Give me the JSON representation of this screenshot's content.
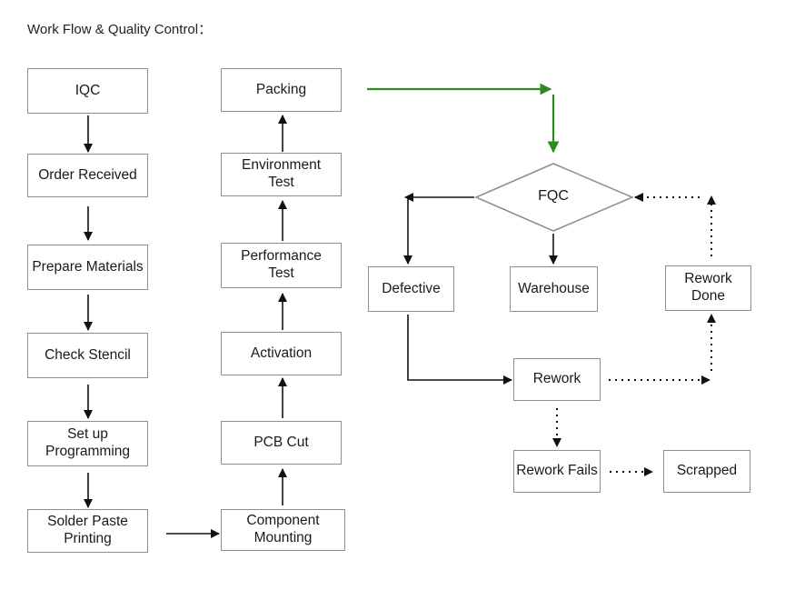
{
  "title": "Work Flow & Quality Control：",
  "nodes": {
    "iqc": "IQC",
    "order_received": "Order Received",
    "prepare_materials": "Prepare Materials",
    "check_stencil": "Check Stencil",
    "set_up_programming": "Set up\nProgramming",
    "solder_paste_printing": "Solder Paste\nPrinting",
    "component_mounting": "Component\nMounting",
    "pcb_cut": "PCB Cut",
    "activation": "Activation",
    "performance_test": "Performance\nTest",
    "environment_test": "Environment\nTest",
    "packing": "Packing",
    "fqc": "FQC",
    "defective": "Defective",
    "warehouse": "Warehouse",
    "rework_done": "Rework\nDone",
    "rework": "Rework",
    "rework_fails": "Rework Fails",
    "scrapped": "Scrapped"
  },
  "colors": {
    "box_border": "#8e8e8e",
    "arrow": "#111111",
    "highlight_arrow": "#2e8b1f"
  }
}
